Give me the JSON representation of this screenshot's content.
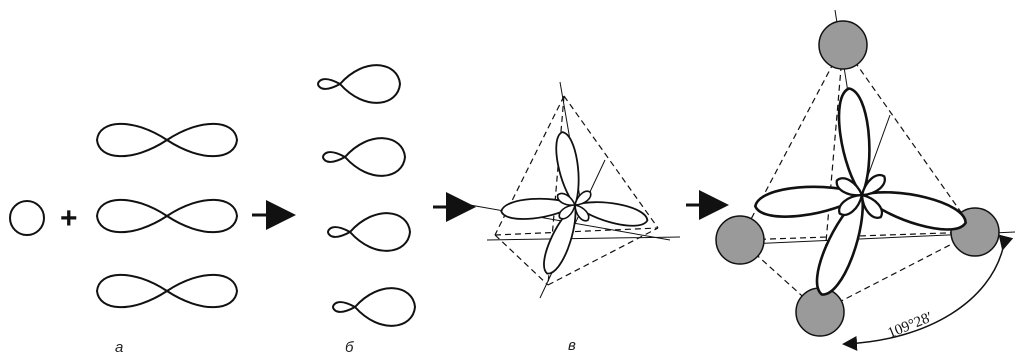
{
  "labels": {
    "a": "а",
    "b": "б",
    "v": "в"
  },
  "plus": "+",
  "angle": "109°28′",
  "colors": {
    "ink": "#111111",
    "sphere_fill": "#9a9a9a"
  }
}
